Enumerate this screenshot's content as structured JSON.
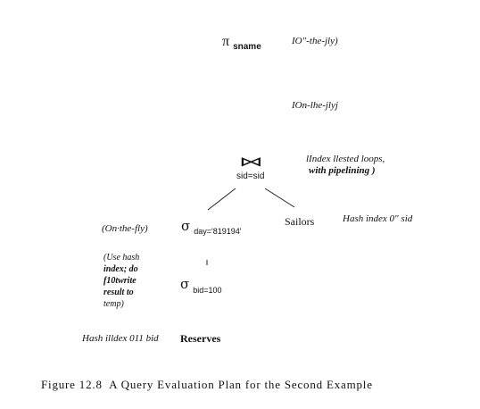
{
  "nodes": {
    "projection": {
      "symbol": "π",
      "subscript": "sname"
    },
    "join": {
      "symbol": "⋈",
      "condition": "sid=sid"
    },
    "select_day": {
      "symbol": "σ",
      "condition": "day='819194'"
    },
    "select_bid": {
      "symbol": "σ",
      "condition": "bid=100"
    },
    "sailors": "Sailors",
    "reserves": "Reserves"
  },
  "annotations": {
    "projection": "IO\"-the-jly)",
    "projection_2": "IOn-lhe-jlyj",
    "join_line1": "lIndex llested loops,",
    "join_line2": "with pipelining )",
    "select_day": "(On·the-fly)",
    "sailors": "Hash index 0\" sid",
    "select_bid_lines": [
      "(Use hash",
      "index; do",
      "f10twrite",
      "result to",
      "temp)"
    ],
    "reserves": "Hash illdex 011 bid"
  },
  "caption": "Figure 12.8  A Query Evaluation Plan for the Second Example"
}
